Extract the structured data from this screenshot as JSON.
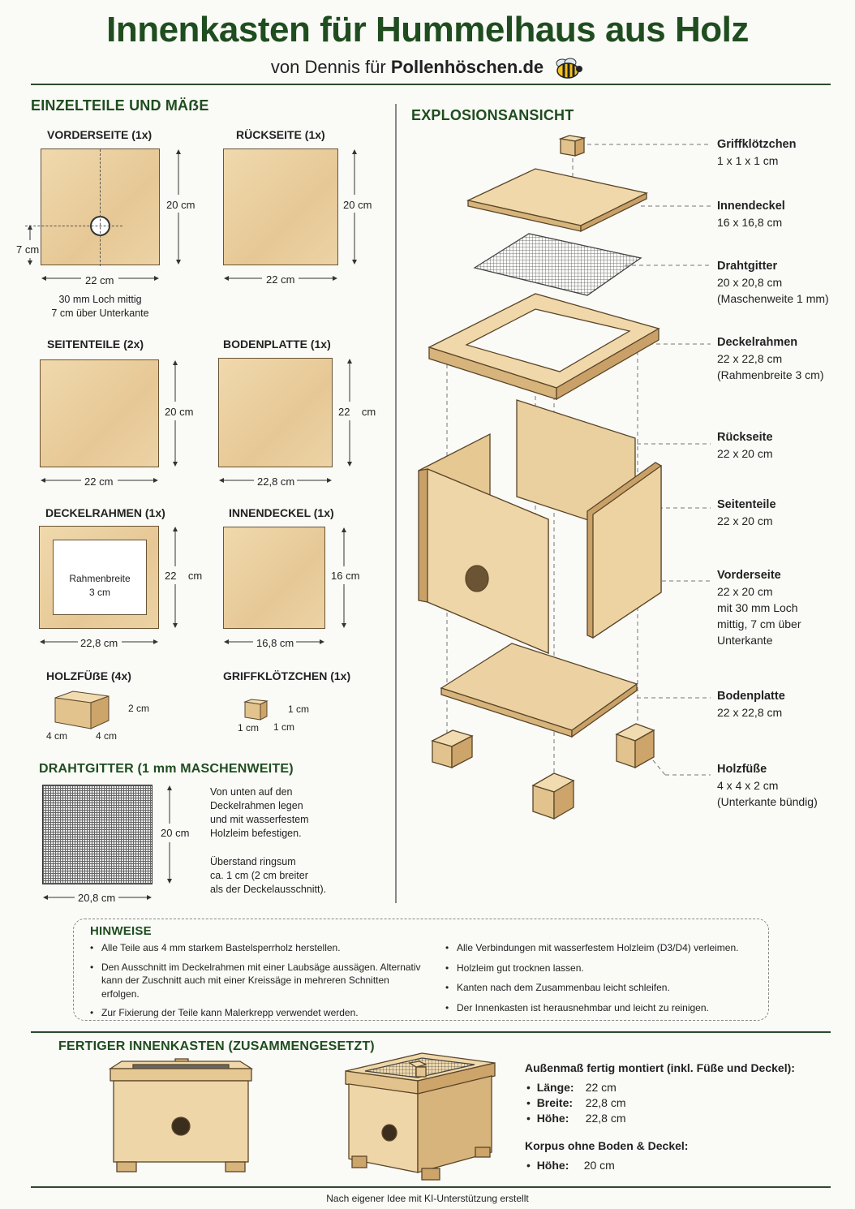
{
  "header": {
    "title": "Innenkasten für Hummelhaus aus Holz",
    "subtitle_prefix": "von Dennis für",
    "subtitle_brand": "Pollenhöschen.de",
    "icon": "bee-icon"
  },
  "parts_section": {
    "title": "EINZELTEILE UND MÄẞE",
    "vorderseite": {
      "title": "VORDERSEITE (1x)",
      "height": "20 cm",
      "width": "22 cm",
      "hole_offset": "7 cm",
      "note": "30 mm Loch mittig\n7 cm über Unterkante"
    },
    "rueckseite": {
      "title": "RÜCKSEITE (1x)",
      "height": "20 cm",
      "width": "22 cm"
    },
    "seitenteile": {
      "title": "SEITENTEILE (2x)",
      "height": "20 cm",
      "width": "22 cm"
    },
    "bodenplatte": {
      "title": "BODENPLATTE (1x)",
      "height": "22    cm",
      "width": "22,8 cm"
    },
    "deckelrahmen": {
      "title": "DECKELRAHMEN (1x)",
      "height": "22    cm",
      "width": "22,8 cm",
      "frame_label": "Rahmenbreite\n3 cm"
    },
    "innendeckel": {
      "title": "INNENDECKEL (1x)",
      "height": "16 cm",
      "width": "16,8 cm"
    },
    "holzfuesse": {
      "title": "HOLZFÜẞE (4x)",
      "height": "2 cm",
      "depth": "4 cm",
      "width": "4 cm"
    },
    "griffkloetzchen": {
      "title": "GRIFFKLÖTZCHEN (1x)",
      "height": "1 cm",
      "depth": "1 cm",
      "width": "1 cm"
    }
  },
  "drahtgitter": {
    "title": "DRAHTGITTER (1 mm MASCHENWEITE)",
    "height": "20 cm",
    "width": "20,8 cm",
    "note1": "Von unten auf den\nDeckelrahmen legen\nund mit wasserfestem\nHolzleim befestigen.",
    "note2": "Überstand ringsum\nca. 1 cm (2 cm breiter\nals der Deckelausschnitt)."
  },
  "explosion": {
    "title": "EXPLOSIONSANSICHT",
    "labels": [
      {
        "name": "Griffklötzchen",
        "detail": "1 x 1 x 1 cm"
      },
      {
        "name": "Innendeckel",
        "detail": "16 x 16,8 cm"
      },
      {
        "name": "Drahtgitter",
        "detail": "20 x 20,8 cm\n(Maschenweite 1 mm)"
      },
      {
        "name": "Deckelrahmen",
        "detail": "22 x 22,8 cm\n(Rahmenbreite 3 cm)"
      },
      {
        "name": "Rückseite",
        "detail": "22 x 20 cm"
      },
      {
        "name": "Seitenteile",
        "detail": "22 x 20 cm"
      },
      {
        "name": "Vorderseite",
        "detail": "22 x 20 cm\nmit 30 mm Loch\nmittig, 7 cm über\nUnterkante"
      },
      {
        "name": "Bodenplatte",
        "detail": "22 x 22,8 cm"
      },
      {
        "name": "Holzfüße",
        "detail": "4 x 4 x 2 cm\n(Unterkante bündig)"
      }
    ]
  },
  "hints": {
    "title": "HINWEISE",
    "left": [
      "Alle Teile aus 4 mm starkem Bastelsperrholz herstellen.",
      "Den Ausschnitt im Deckelrahmen mit einer Laubsäge aussägen. Alternativ kann der Zuschnitt auch mit einer Kreissäge in mehreren Schnitten erfolgen.",
      "Zur Fixierung der Teile kann Malerkrepp verwendet werden."
    ],
    "right": [
      "Alle Verbindungen mit wasserfestem Holzleim (D3/D4) verleimen.",
      "Holzleim gut trocknen lassen.",
      "Kanten nach dem Zusammenbau leicht schleifen.",
      "Der Innenkasten ist herausnehmbar und leicht zu reinigen."
    ]
  },
  "finished": {
    "title": "FERTIGER INNENKASTEN (ZUSAMMENGESETZT)",
    "spec_title": "Außenmaß fertig montiert (inkl. Füße und Deckel):",
    "specs": [
      {
        "label": "Länge:",
        "value": "22 cm"
      },
      {
        "label": "Breite:",
        "value": "22,8 cm"
      },
      {
        "label": "Höhe:",
        "value": "22,8 cm"
      }
    ],
    "korpus_title": "Korpus ohne Boden & Deckel:",
    "korpus": [
      {
        "label": "Höhe:",
        "value": "20 cm"
      }
    ]
  },
  "footer": "Nach eigener Idee mit KI-Unterstützung erstellt"
}
